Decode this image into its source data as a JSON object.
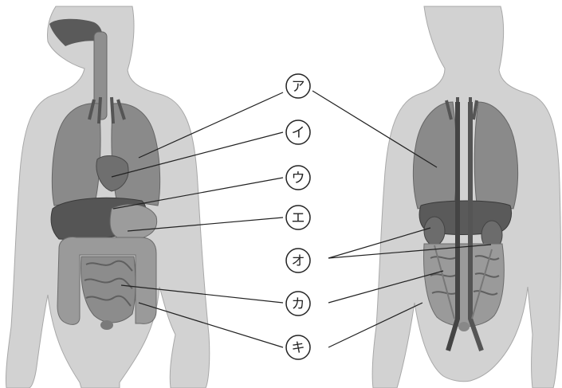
{
  "labels": [
    {
      "id": "a",
      "text": "ア"
    },
    {
      "id": "i",
      "text": "イ"
    },
    {
      "id": "u",
      "text": "ウ"
    },
    {
      "id": "e",
      "text": "エ"
    },
    {
      "id": "o",
      "text": "オ"
    },
    {
      "id": "ka",
      "text": "カ"
    },
    {
      "id": "ki",
      "text": "キ"
    }
  ],
  "colors": {
    "body": "#d2d2d2",
    "body_edge": "#a8a8a8",
    "lung": "#8a8a8a",
    "heart": "#6f6f6f",
    "liver": "#555555",
    "stomach": "#9c9c9c",
    "intestine": "#8c8c8c",
    "vessel": "#444444",
    "line": "#222222"
  }
}
